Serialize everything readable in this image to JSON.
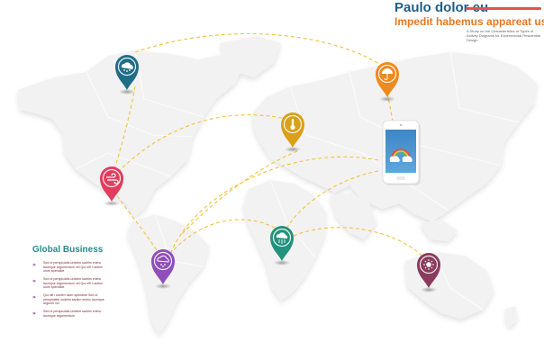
{
  "header": {
    "title": "Paulo dolor eu",
    "subtitle": "Impedit habemus appareat usu eu",
    "description": "A Study on the Characteristics of Types of Activity Diagrams for Experimental Residential Design"
  },
  "business": {
    "heading": "Global Business",
    "items": [
      {
        "text": "Sed ut perspiciatis undeim santim enimc laumque argumentum vel Qui nifl i uselen ulum spendide"
      },
      {
        "text": "Sed ut perspiciatis undeim santim enimc laumque argumentum vel Qui nifl i uselen ulum spendide"
      },
      {
        "text": "Qui nifl i uselen ulum spendide Sed ut perspiciatis undeim santim enimc laumque argume vel"
      },
      {
        "text": "Sed ut perspiciatis undeim santim enimc laumque argumentum"
      }
    ]
  },
  "pins": [
    {
      "id": "snow-cloud",
      "icon": "snow-cloud-icon",
      "color": "#1f6d86"
    },
    {
      "id": "umbrella",
      "icon": "umbrella-icon",
      "color": "#ef8a1e"
    },
    {
      "id": "thermometer",
      "icon": "thermometer-icon",
      "color": "#d9a019"
    },
    {
      "id": "wind",
      "icon": "wind-icon",
      "color": "#df3e5e"
    },
    {
      "id": "rain-cloud",
      "icon": "rain-cloud-icon",
      "color": "#23927d"
    },
    {
      "id": "hail-cloud",
      "icon": "hail-cloud-icon",
      "color": "#8e4fb8"
    },
    {
      "id": "sun",
      "icon": "sun-icon",
      "color": "#8a3a5c"
    }
  ],
  "colors": {
    "map_fill": "#f2f2f2",
    "route_line": "#f3c23a",
    "title_rule": "#e8504f",
    "subtitle": "#e8781e",
    "business_heading": "#2a8a8a",
    "business_arrow": "#7a3a8a"
  }
}
